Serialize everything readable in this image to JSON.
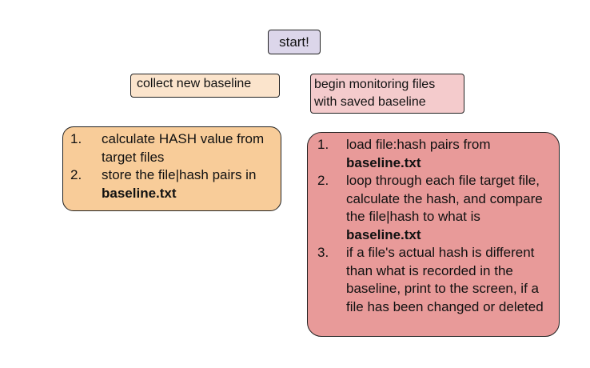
{
  "start": {
    "label": "start!"
  },
  "collect": {
    "label": "collect new baseline"
  },
  "begin": {
    "line1": "begin monitoring files",
    "line2": "with saved baseline"
  },
  "collect_steps": [
    {
      "num": "1.",
      "text": "calculate HASH value from target files",
      "bold": ""
    },
    {
      "num": "2.",
      "text": "store the file|hash pairs in ",
      "bold": "baseline.txt"
    }
  ],
  "monitor_steps": [
    {
      "num": "1.",
      "text": "load file:hash pairs from ",
      "bold": "baseline.txt",
      "after": ""
    },
    {
      "num": "2.",
      "text": "loop through each file target file, calculate the hash, and compare the file|hash to what is ",
      "bold": "baseline.txt",
      "after": ""
    },
    {
      "num": "3.",
      "text": "if a file's actual hash is different than what is recorded in the baseline, print to the screen, if a file has been changed or deleted",
      "bold": "",
      "after": ""
    }
  ],
  "colors": {
    "start": "#dcd6ea",
    "collect": "#fbe4cc",
    "begin": "#f4cbcc",
    "collect_steps": "#f8cc99",
    "monitor_steps": "#e89a99"
  }
}
